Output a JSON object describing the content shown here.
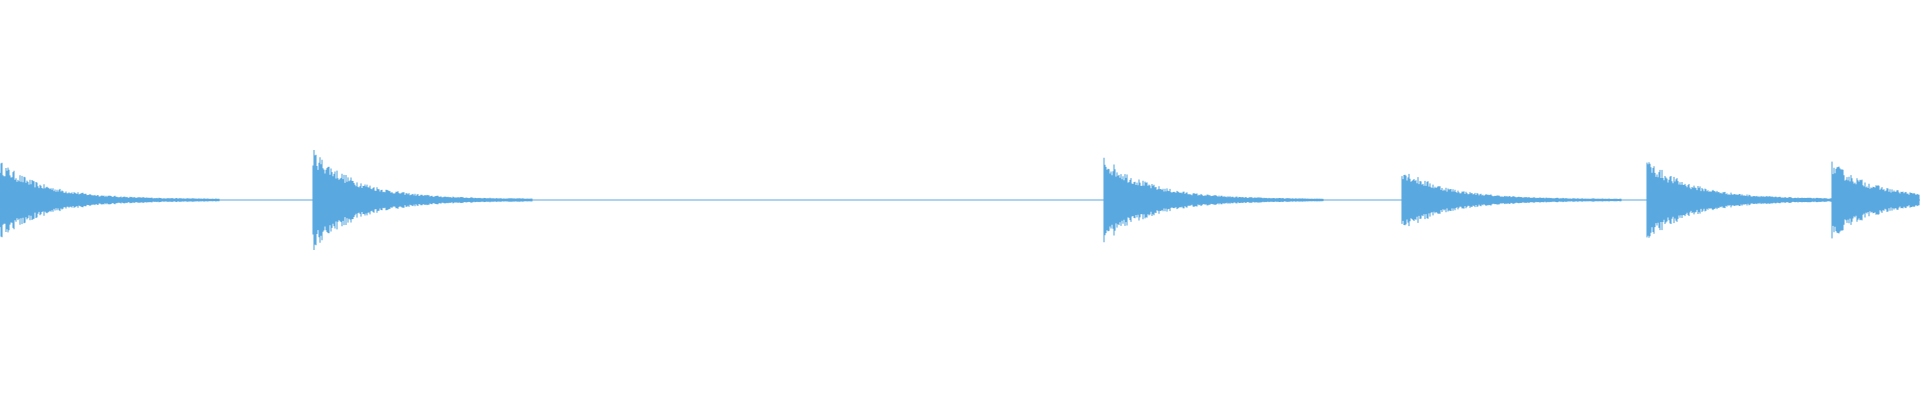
{
  "colors": {
    "background": "#ffffff",
    "waveform": "#5aa8e0"
  },
  "waveform": {
    "description_type": "audio-waveform",
    "onsets_fraction": [
      0.0,
      0.163,
      0.575,
      0.73,
      0.858,
      0.954
    ],
    "peak_amplitude": [
      0.55,
      0.72,
      0.62,
      0.45,
      0.58,
      0.54
    ],
    "baseline_visible": true
  }
}
